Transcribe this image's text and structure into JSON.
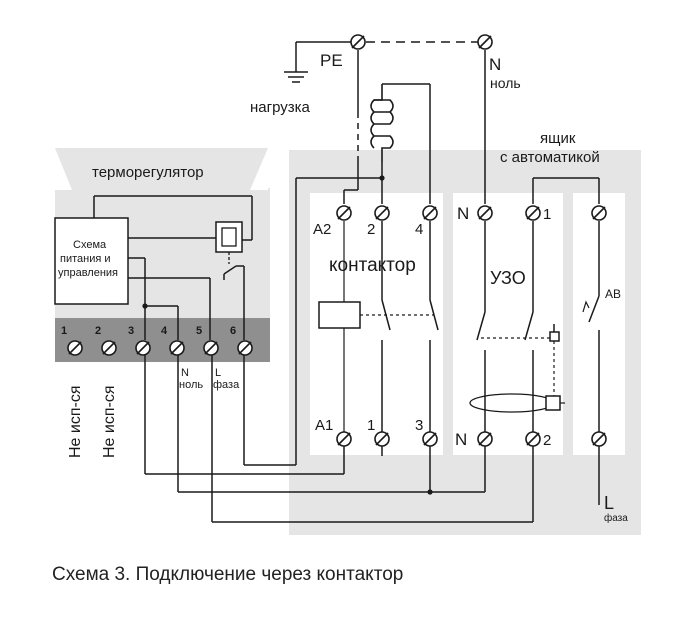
{
  "diagram": {
    "labels": {
      "pe": "PE",
      "n_top": "N",
      "n_top_sub": "ноль",
      "load": "нагрузка",
      "box_line1": "ящик",
      "box_line2": "с автоматикой",
      "thermostat": "терморегулятор",
      "ctrl_line1": "Схема",
      "ctrl_line2": "питания и",
      "ctrl_line3": "управления",
      "a2": "A2",
      "t2": "2",
      "t4": "4",
      "contactor": "контактор",
      "a1": "A1",
      "t1": "1",
      "t3": "3",
      "n_uzo_top": "N",
      "uzo_1": "1",
      "uzo": "УЗО",
      "n_uzo_bottom": "N",
      "uzo_2": "2",
      "ab": "AB",
      "l": "L",
      "l_sub": "фаза",
      "n_term": "N",
      "n_term_sub": "ноль",
      "l_term": "L",
      "l_term_sub": "фаза",
      "unused_1": "Не исп-ся",
      "unused_2": "Не исп-ся"
    },
    "terminal_numbers": [
      "1",
      "2",
      "3",
      "4",
      "5",
      "6"
    ]
  },
  "caption": "Схема 3. Подключение через контактор"
}
